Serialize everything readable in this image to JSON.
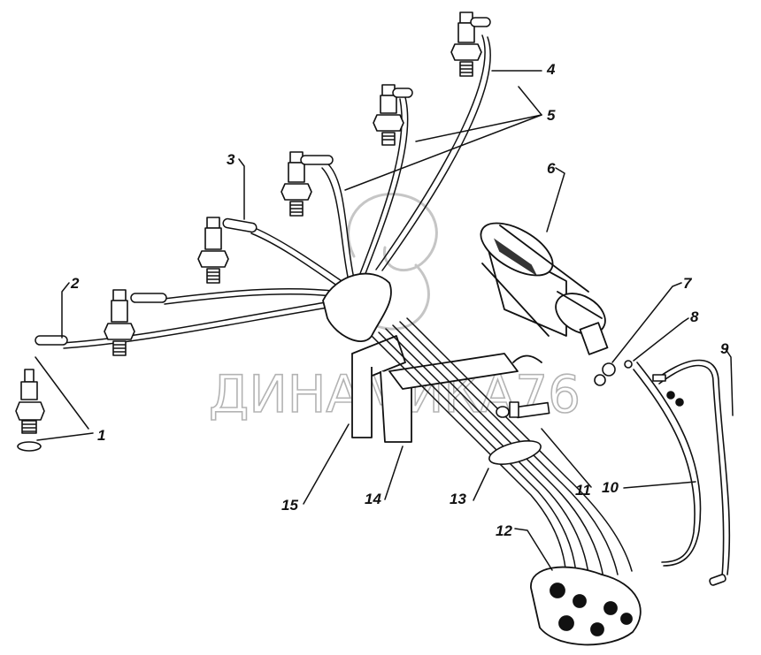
{
  "watermark": "ДИНАМИКА76",
  "callouts": [
    {
      "id": "1",
      "label": "1"
    },
    {
      "id": "2",
      "label": "2"
    },
    {
      "id": "3",
      "label": "3"
    },
    {
      "id": "4",
      "label": "4"
    },
    {
      "id": "5",
      "label": "5"
    },
    {
      "id": "6",
      "label": "6"
    },
    {
      "id": "7",
      "label": "7"
    },
    {
      "id": "8",
      "label": "8"
    },
    {
      "id": "9",
      "label": "9"
    },
    {
      "id": "10",
      "label": "10"
    },
    {
      "id": "11",
      "label": "11"
    },
    {
      "id": "12",
      "label": "12"
    },
    {
      "id": "13",
      "label": "13"
    },
    {
      "id": "14",
      "label": "14"
    },
    {
      "id": "15",
      "label": "15"
    }
  ],
  "colors": {
    "ink": "#111111",
    "background": "#ffffff",
    "watermark": "#9a9a9a"
  }
}
